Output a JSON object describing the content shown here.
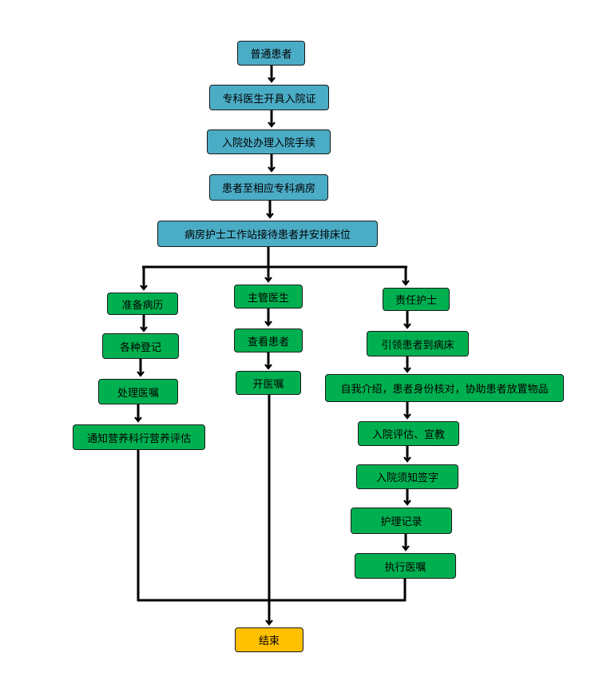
{
  "nodes": {
    "patient": "普通患者",
    "specialist": "专科医生开具入院证",
    "admission": "入院处办理入院手续",
    "to_ward": "患者至相应专科病房",
    "nurse_station": "病房护士工作站接待患者并安排床位",
    "left": [
      "准备病历",
      "各种登记",
      "处理医嘱",
      "通知营养科行营养评估"
    ],
    "middle": [
      "主管医生",
      "查看患者",
      "开医嘱"
    ],
    "right": [
      "责任护士",
      "引领患者到病床",
      "自我介绍，患者身份核对，协助患者放置物品",
      "入院评估、宣教",
      "入院须知签字",
      "护理记录",
      "执行医嘱"
    ],
    "end": "结束"
  },
  "colors": {
    "main_flow": "#4bacc6",
    "branch": "#00b050",
    "end": "#ffc000",
    "line": "#000000"
  }
}
